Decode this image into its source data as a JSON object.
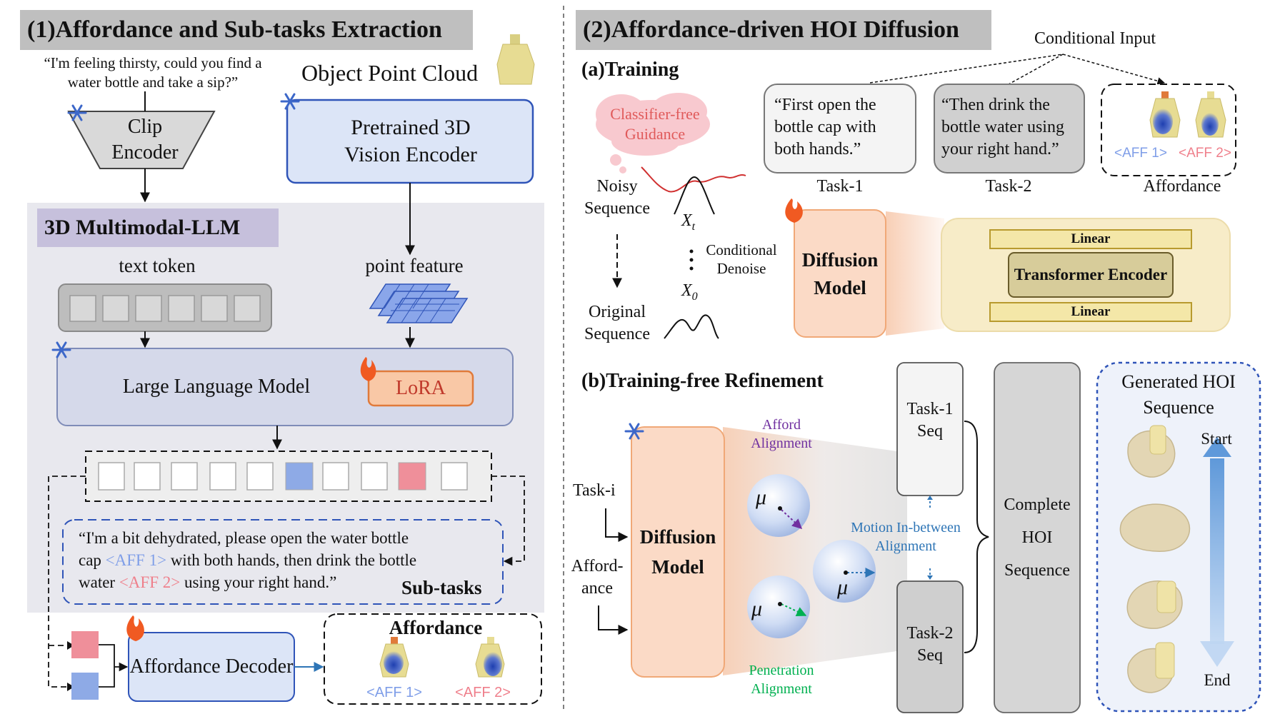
{
  "left": {
    "title": "(1)Affordance and Sub-tasks Extraction",
    "user_query": "“I'm feeling thirsty, could you find a water bottle and take a sip?”",
    "point_cloud_label": "Object Point Cloud",
    "clip_encoder": "Clip Encoder",
    "vision_encoder": "Pretrained 3D Vision Encoder",
    "mllm_title": "3D Multimodal-LLM",
    "text_token_label": "text token",
    "point_feature_label": "point feature",
    "llm_label": "Large Language Model",
    "lora_label": "LoRA",
    "subtask_text_1": "“I'm a bit dehydrated,  please open the water bottle",
    "subtask_text_2a": "cap ",
    "subtask_aff1": "<AFF 1>",
    "subtask_text_2b": " with both hands, then drink the bottle",
    "subtask_text_3a": "water  ",
    "subtask_aff2": "<AFF 2>",
    "subtask_text_3b": " using your right hand.”",
    "subtasks_label": "Sub-tasks",
    "decoder_label": "Affordance Decoder",
    "affordance_title": "Affordance",
    "aff1": "<AFF 1>",
    "aff2": "<AFF 2>"
  },
  "right": {
    "title": "(2)Affordance-driven HOI Diffusion",
    "training_title": "(a)Training",
    "cfg_label": "Classifier-free Guidance",
    "conditional_input": "Conditional Input",
    "noisy_seq": "Noisy Sequence",
    "xt": "X",
    "xt_sub": "t",
    "x0": "X",
    "x0_sub": "0",
    "cond_denoise": "Conditional Denoise",
    "original_seq": "Original Sequence",
    "task1_text": "“First open the bottle cap with both hands.”",
    "task2_text": "“Then drink the bottle water using your right hand.”",
    "task1_label": "Task-1",
    "task2_label": "Task-2",
    "aff1": "<AFF 1>",
    "aff2": "<AFF 2>",
    "affordance_label": "Affordance",
    "diffusion_model": "Diffusion Model",
    "linear_top": "Linear",
    "transformer": "Transformer Encoder",
    "linear_bottom": "Linear",
    "refine_title": "(b)Training-free Refinement",
    "task_i": "Task-i",
    "affordance_input": "Afford- ance",
    "afford_alignment": "Afford Alignment",
    "penetration_alignment": "Penetration Alignment",
    "motion_alignment": "Motion In-between Alignment",
    "mu": "μ",
    "task1_seq": "Task-1 Seq",
    "task2_seq": "Task-2 Seq",
    "complete_hoi": "Complete HOI Sequence",
    "generated_title": "Generated HOI Sequence",
    "start": "Start",
    "end": "End"
  },
  "colors": {
    "aff1": "#7f9ee8",
    "aff2": "#ef7f8b",
    "afford_purple": "#7030a0",
    "penetration_green": "#00b050",
    "motion_blue": "#2e75b6",
    "cfg_red": "#e05a5a",
    "diffusion_fill": "#fbdac6",
    "lora_fill": "#f9c8a6",
    "vision_fill": "#dce5f7",
    "mllm_bg": "#e8e8ee",
    "linear_fill": "#f4e7a8",
    "transformer_fill": "#d7cc9a"
  }
}
